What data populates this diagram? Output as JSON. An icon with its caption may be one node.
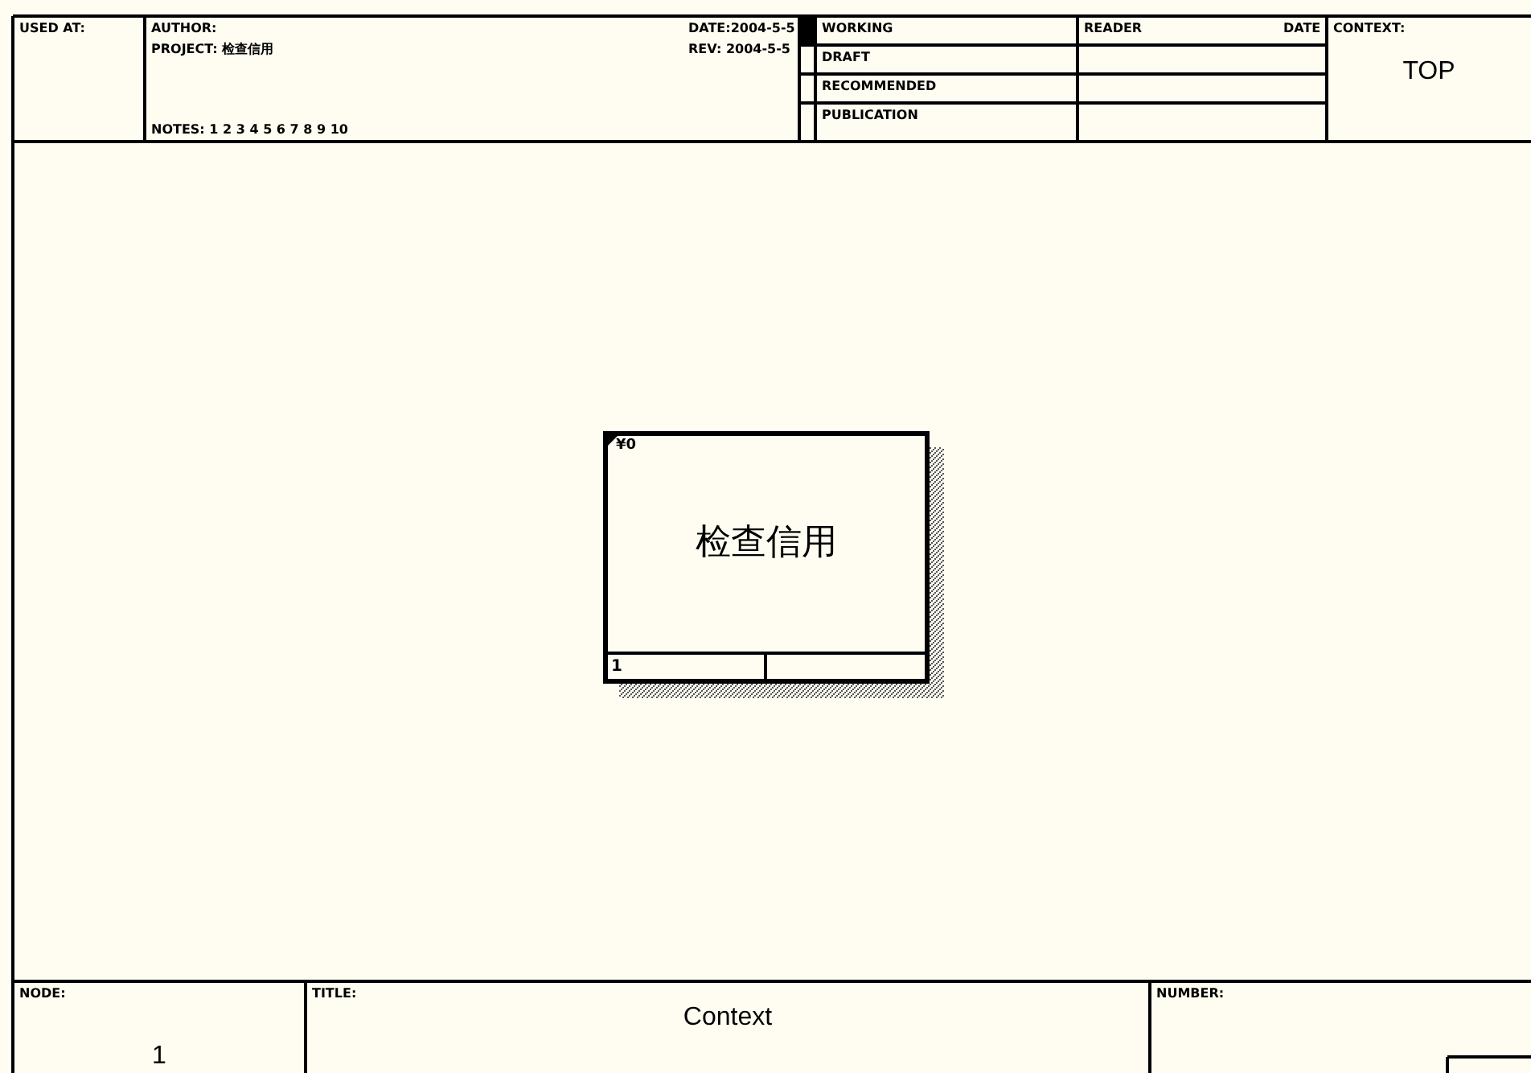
{
  "diagram": {
    "nodes": [
      {
        "text": [
          "¥0",
          "检查信用",
          "1"
        ]
      }
    ],
    "edges": [],
    "labels": [
      "USED AT:",
      "AUTHOR:",
      "PROJECT: 检查信用",
      "NOTES: 1 2 3 4 5 6 7 8 9 10",
      "DATE:2004-5-5",
      "REV: 2004-5-5",
      "WORKING",
      "DRAFT",
      "RECOMMENDED",
      "PUBLICATION",
      "READER",
      "DATE",
      "CONTEXT:",
      "TOP",
      "NODE:",
      "1",
      "TITLE:",
      "Context",
      "NUMBER:"
    ]
  }
}
